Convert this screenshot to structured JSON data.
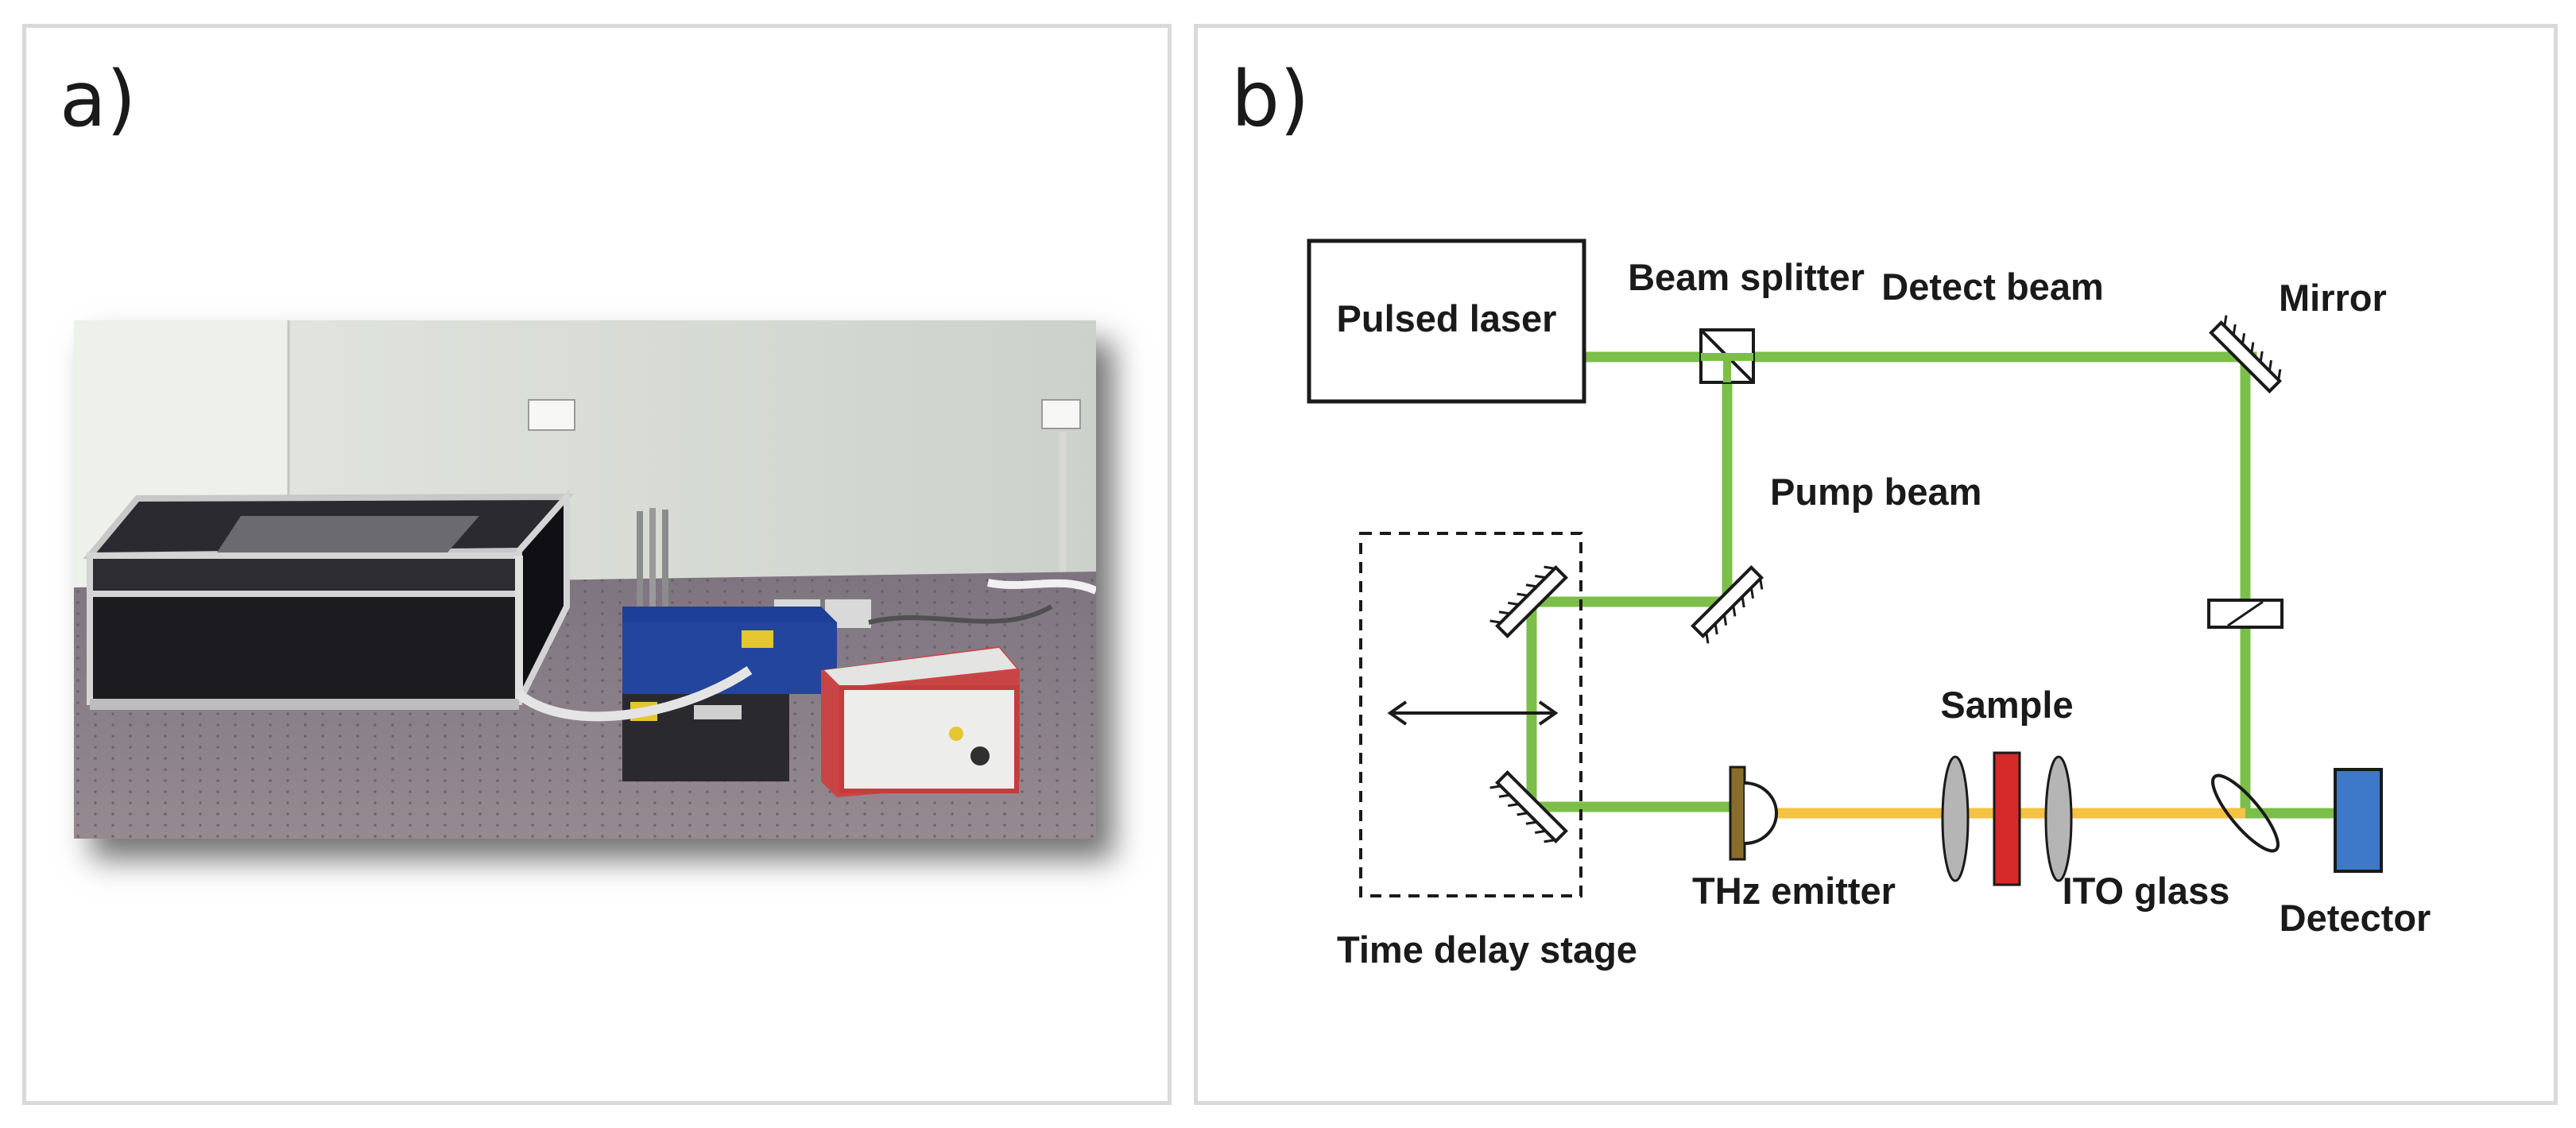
{
  "panel_a": {
    "label": "a)"
  },
  "panel_b": {
    "label": "b)",
    "components": {
      "laser": "Pulsed laser",
      "beam_splitter": "Beam splitter",
      "detect_beam": "Detect beam",
      "mirror": "Mirror",
      "pump_beam": "Pump beam",
      "sample": "Sample",
      "thz_emitter": "THz emitter",
      "ito_glass": "ITO glass",
      "detector": "Detector",
      "time_delay_stage": "Time delay stage"
    },
    "colors": {
      "laser_beam": "#7bbf4a",
      "thz_beam": "#f5c242",
      "sample": "#d62a2a",
      "detector": "#3e78c8",
      "emitter": "#8a6d2a",
      "lens": "#b5b5b5"
    }
  }
}
